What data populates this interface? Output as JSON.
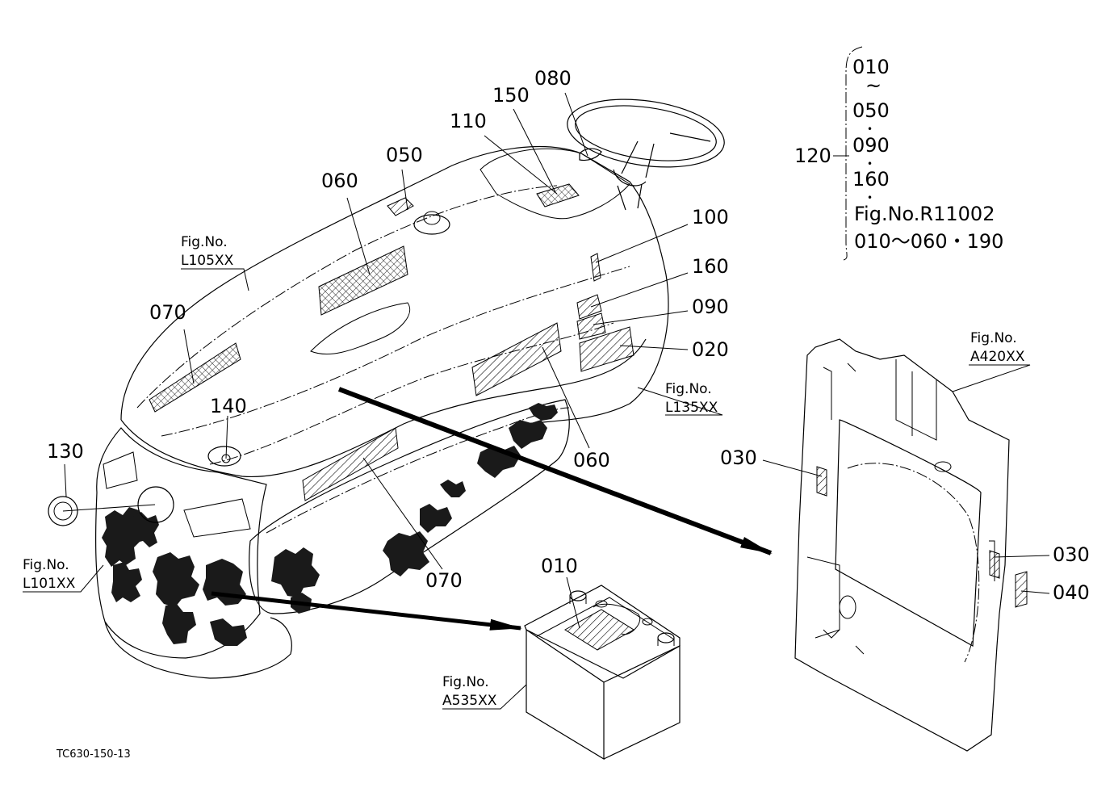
{
  "diagram_code": "TC630-150-13",
  "callouts": {
    "c010_battery": "010",
    "c020": "020",
    "c030_a": "030",
    "c030_b": "030",
    "c040": "040",
    "c050": "050",
    "c060_top": "060",
    "c060_side": "060",
    "c070_top": "070",
    "c070_side": "070",
    "c080": "080",
    "c090": "090",
    "c100": "100",
    "c110": "110",
    "c120": "120",
    "c130": "130",
    "c140": "140",
    "c150": "150",
    "c160": "160"
  },
  "figure_refs": {
    "l105": {
      "label": "Fig.No.",
      "code": "L105XX"
    },
    "l101": {
      "label": "Fig.No.",
      "code": "L101XX"
    },
    "l135": {
      "label": "Fig.No.",
      "code": "L135XX"
    },
    "a420": {
      "label": "Fig.No.",
      "code": "A420XX"
    },
    "a535": {
      "label": "Fig.No.",
      "code": "A535XX"
    }
  },
  "kit_120": {
    "line1": "010",
    "tilde": "~",
    "line2": "050",
    "dot1": "•",
    "line3": "090",
    "dot2": "•",
    "line4": "160",
    "dot3": "•",
    "line5": "Fig.No.R11002",
    "line6": "010～060・190"
  }
}
